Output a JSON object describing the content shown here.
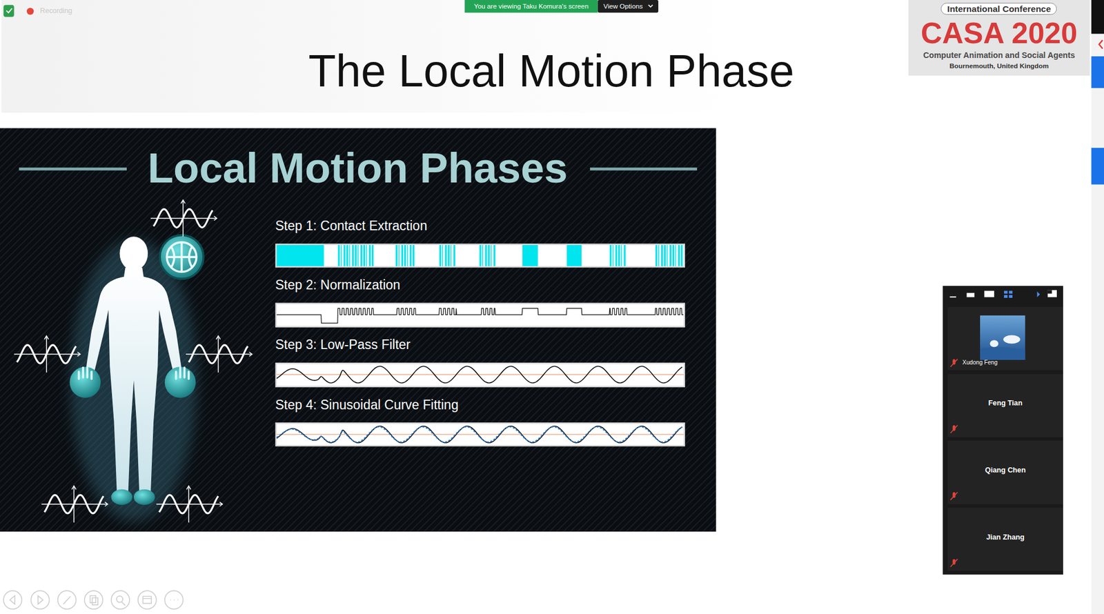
{
  "diagram": {
    "title": "The Local Motion Phase",
    "nodes": [
      {
        "text": [
          "International Conference",
          "CASA 2020",
          "Computer Animation and Social Agents",
          "Bournemouth, United Kingdom"
        ]
      },
      {
        "text": [
          "Step 1: Contact Extraction"
        ]
      },
      {
        "text": [
          "Step 2: Normalization"
        ]
      },
      {
        "text": [
          "Step 3: Low-Pass Filter"
        ]
      },
      {
        "text": [
          "Step 4: Sinusoidal Curve Fitting"
        ]
      },
      {
        "text": [
          "Xudong Feng"
        ]
      },
      {
        "text": [
          "Feng Tian"
        ]
      },
      {
        "text": [
          "Qiang Chen"
        ]
      },
      {
        "text": [
          "Jian Zhang"
        ]
      }
    ],
    "labels": [
      "Recording",
      "You are viewing Taku Komura's screen",
      "View Options",
      "Local Motion Phases"
    ]
  }
}
